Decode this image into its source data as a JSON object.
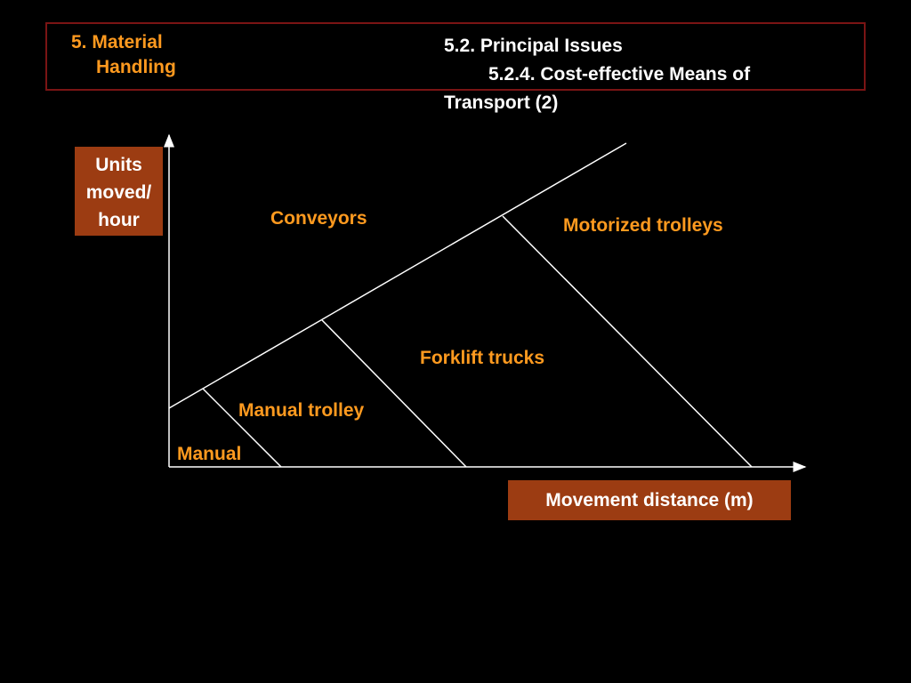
{
  "header": {
    "section_line1": "5. Material",
    "section_line2": "Handling",
    "subsection_line1": "5.2. Principal Issues",
    "subsection_line2": "5.2.4. Cost-effective Means of",
    "subsection_line3": "Transport (2)"
  },
  "diagram": {
    "y_axis_label_line1": "Units",
    "y_axis_label_line2": "moved/",
    "y_axis_label_line3": "hour",
    "x_axis_label": "Movement distance (m)",
    "regions": {
      "manual": "Manual",
      "manual_trolley": "Manual trolley",
      "forklift_trucks": "Forklift trucks",
      "conveyors": "Conveyors",
      "motorized_trolleys": "Motorized trolleys"
    }
  },
  "colors": {
    "background": "#000000",
    "accent_text": "#ff9a1f",
    "axis_label_fill": "#9c3c12",
    "header_border": "#7a1414",
    "lines": "#ffffff"
  }
}
